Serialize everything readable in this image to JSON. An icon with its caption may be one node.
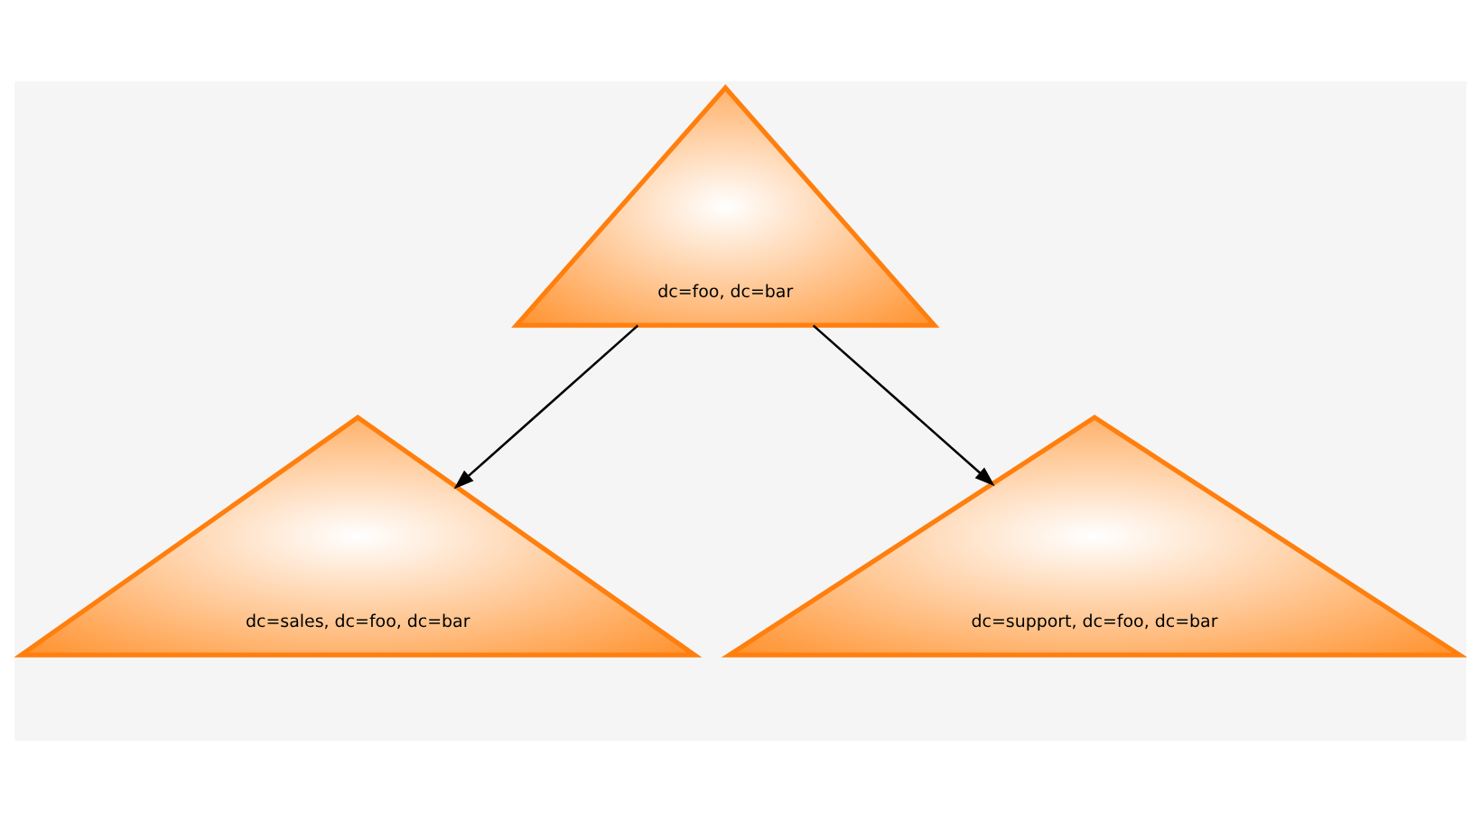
{
  "diagram": {
    "nodes": [
      {
        "text": [
          "dc=foo, dc=bar"
        ]
      },
      {
        "text": [
          "dc=sales, dc=foo, dc=bar"
        ]
      },
      {
        "text": [
          "dc=support, dc=foo, dc=bar"
        ]
      }
    ],
    "edges": [
      {
        "from": 0,
        "to": 1,
        "arrow": "to"
      },
      {
        "from": 0,
        "to": 2,
        "arrow": "to"
      }
    ]
  }
}
